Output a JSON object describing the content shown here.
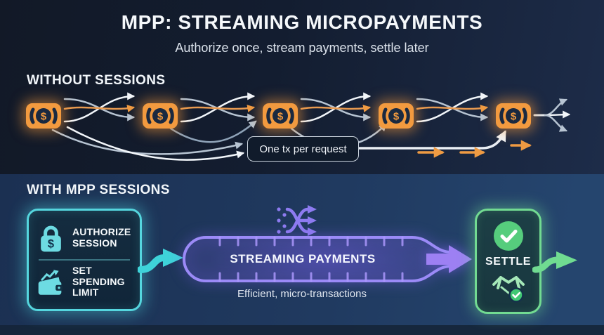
{
  "header": {
    "title": "MPP: STREAMING MICROPAYMENTS",
    "subtitle": "Authorize once, stream payments, settle later"
  },
  "symbols": {
    "dollar": "$"
  },
  "without_sessions": {
    "heading": "WITHOUT SESSIONS",
    "callout_label": "One tx per request",
    "money_icon_count": 5
  },
  "with_sessions": {
    "heading": "WITH MPP SESSIONS",
    "session_box": {
      "items": [
        {
          "icon": "lock-dollar-icon",
          "label": "AUTHORIZE SESSION"
        },
        {
          "icon": "wallet-chart-icon",
          "label": "SET SPENDING LIMIT"
        }
      ]
    },
    "stream_pill": {
      "label": "STREAMING PAYMENTS",
      "caption": "Efficient, micro-transactions"
    },
    "settle_box": {
      "label": "SETTLE"
    }
  },
  "colors": {
    "background_top": "#131d30",
    "background_bottom": "#203a60",
    "orange": "#f29a3f",
    "teal": "#55d6de",
    "purple": "#9b8af7",
    "green": "#72db92",
    "arrow_white": "#f2f6fa",
    "arrow_silver": "#b7c4d2"
  }
}
